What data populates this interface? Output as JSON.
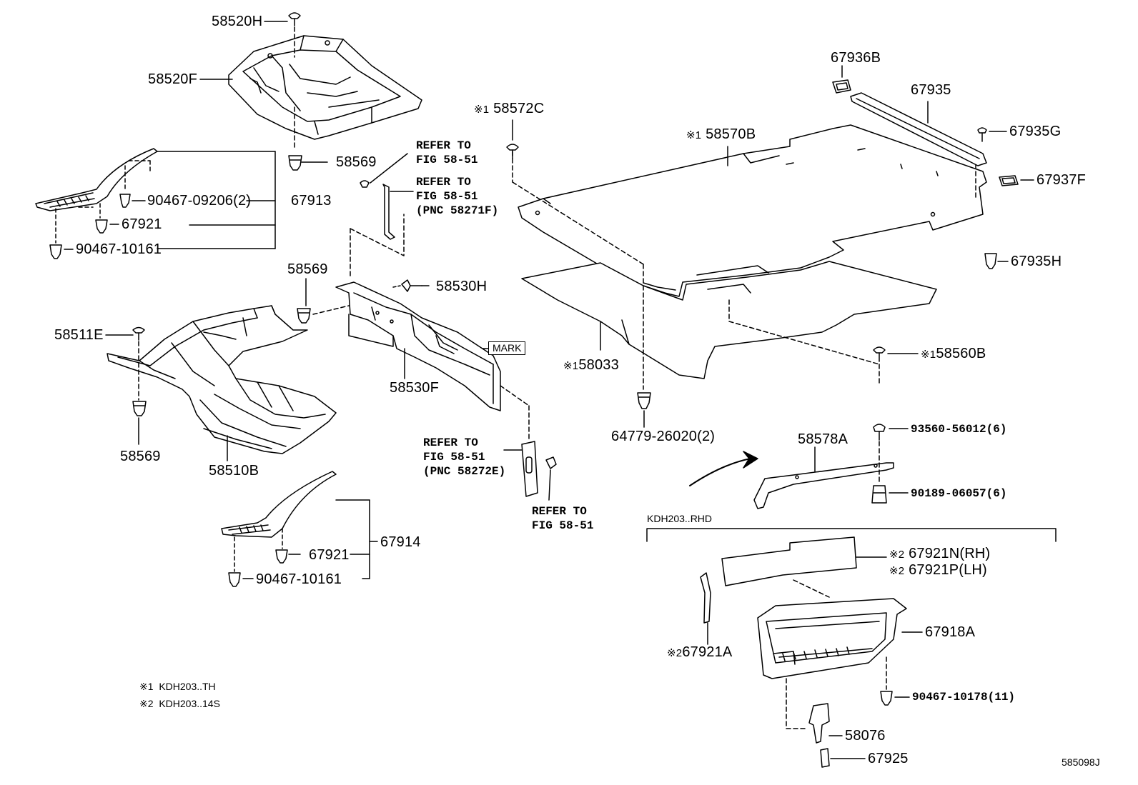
{
  "labels": {
    "p58520H": "58520H",
    "p58520F": "58520F",
    "p58569_top": "58569",
    "p67913": "67913",
    "p90467_09206": "90467-09206(2)",
    "p67921_a": "67921",
    "p90467_10161_a": "90467-10161",
    "p58569_mid": "58569",
    "p58530H": "58530H",
    "p58511E": "58511E",
    "p58530F": "58530F",
    "p58569_bottom": "58569",
    "p58510B": "58510B",
    "p67921_b": "67921",
    "p67914": "67914",
    "p90467_10161_b": "90467-10161",
    "p58572C": "58572C",
    "p58570B": "58570B",
    "p58033": "58033",
    "p64779": "64779-26020(2)",
    "p67936B": "67936B",
    "p67935": "67935",
    "p67935G": "67935G",
    "p67937F": "67937F",
    "p67935H": "67935H",
    "p58560B": "58560B",
    "p58578A": "58578A",
    "p93560": "93560-56012(6)",
    "p90189": "90189-06057(6)",
    "p67921N": "67921N(RH)",
    "p67921P": "67921P(LH)",
    "p67918A": "67918A",
    "p67921A": "67921A",
    "p90467_10178": "90467-10178(11)",
    "p58076": "58076",
    "p67925": "67925"
  },
  "marks": {
    "note1": "※1",
    "note2": "※2"
  },
  "refer": {
    "r1_line1": "REFER TO",
    "r1_line2": "FIG 58-51",
    "r2_line1": "REFER TO",
    "r2_line2": "FIG 58-51",
    "r2_line3": "(PNC 58271F)",
    "r3_line1": "REFER TO",
    "r3_line2": "FIG 58-51",
    "r3_line3": "(PNC 58272E)",
    "r4_line1": "REFER TO",
    "r4_line2": "FIG 58-51"
  },
  "mark_box": "MARK",
  "group_title": "KDH203..RHD",
  "legend": [
    {
      "mark": "※1",
      "text": "KDH203..TH"
    },
    {
      "mark": "※2",
      "text": "KDH203..14S"
    }
  ],
  "figure_id": "585098J"
}
